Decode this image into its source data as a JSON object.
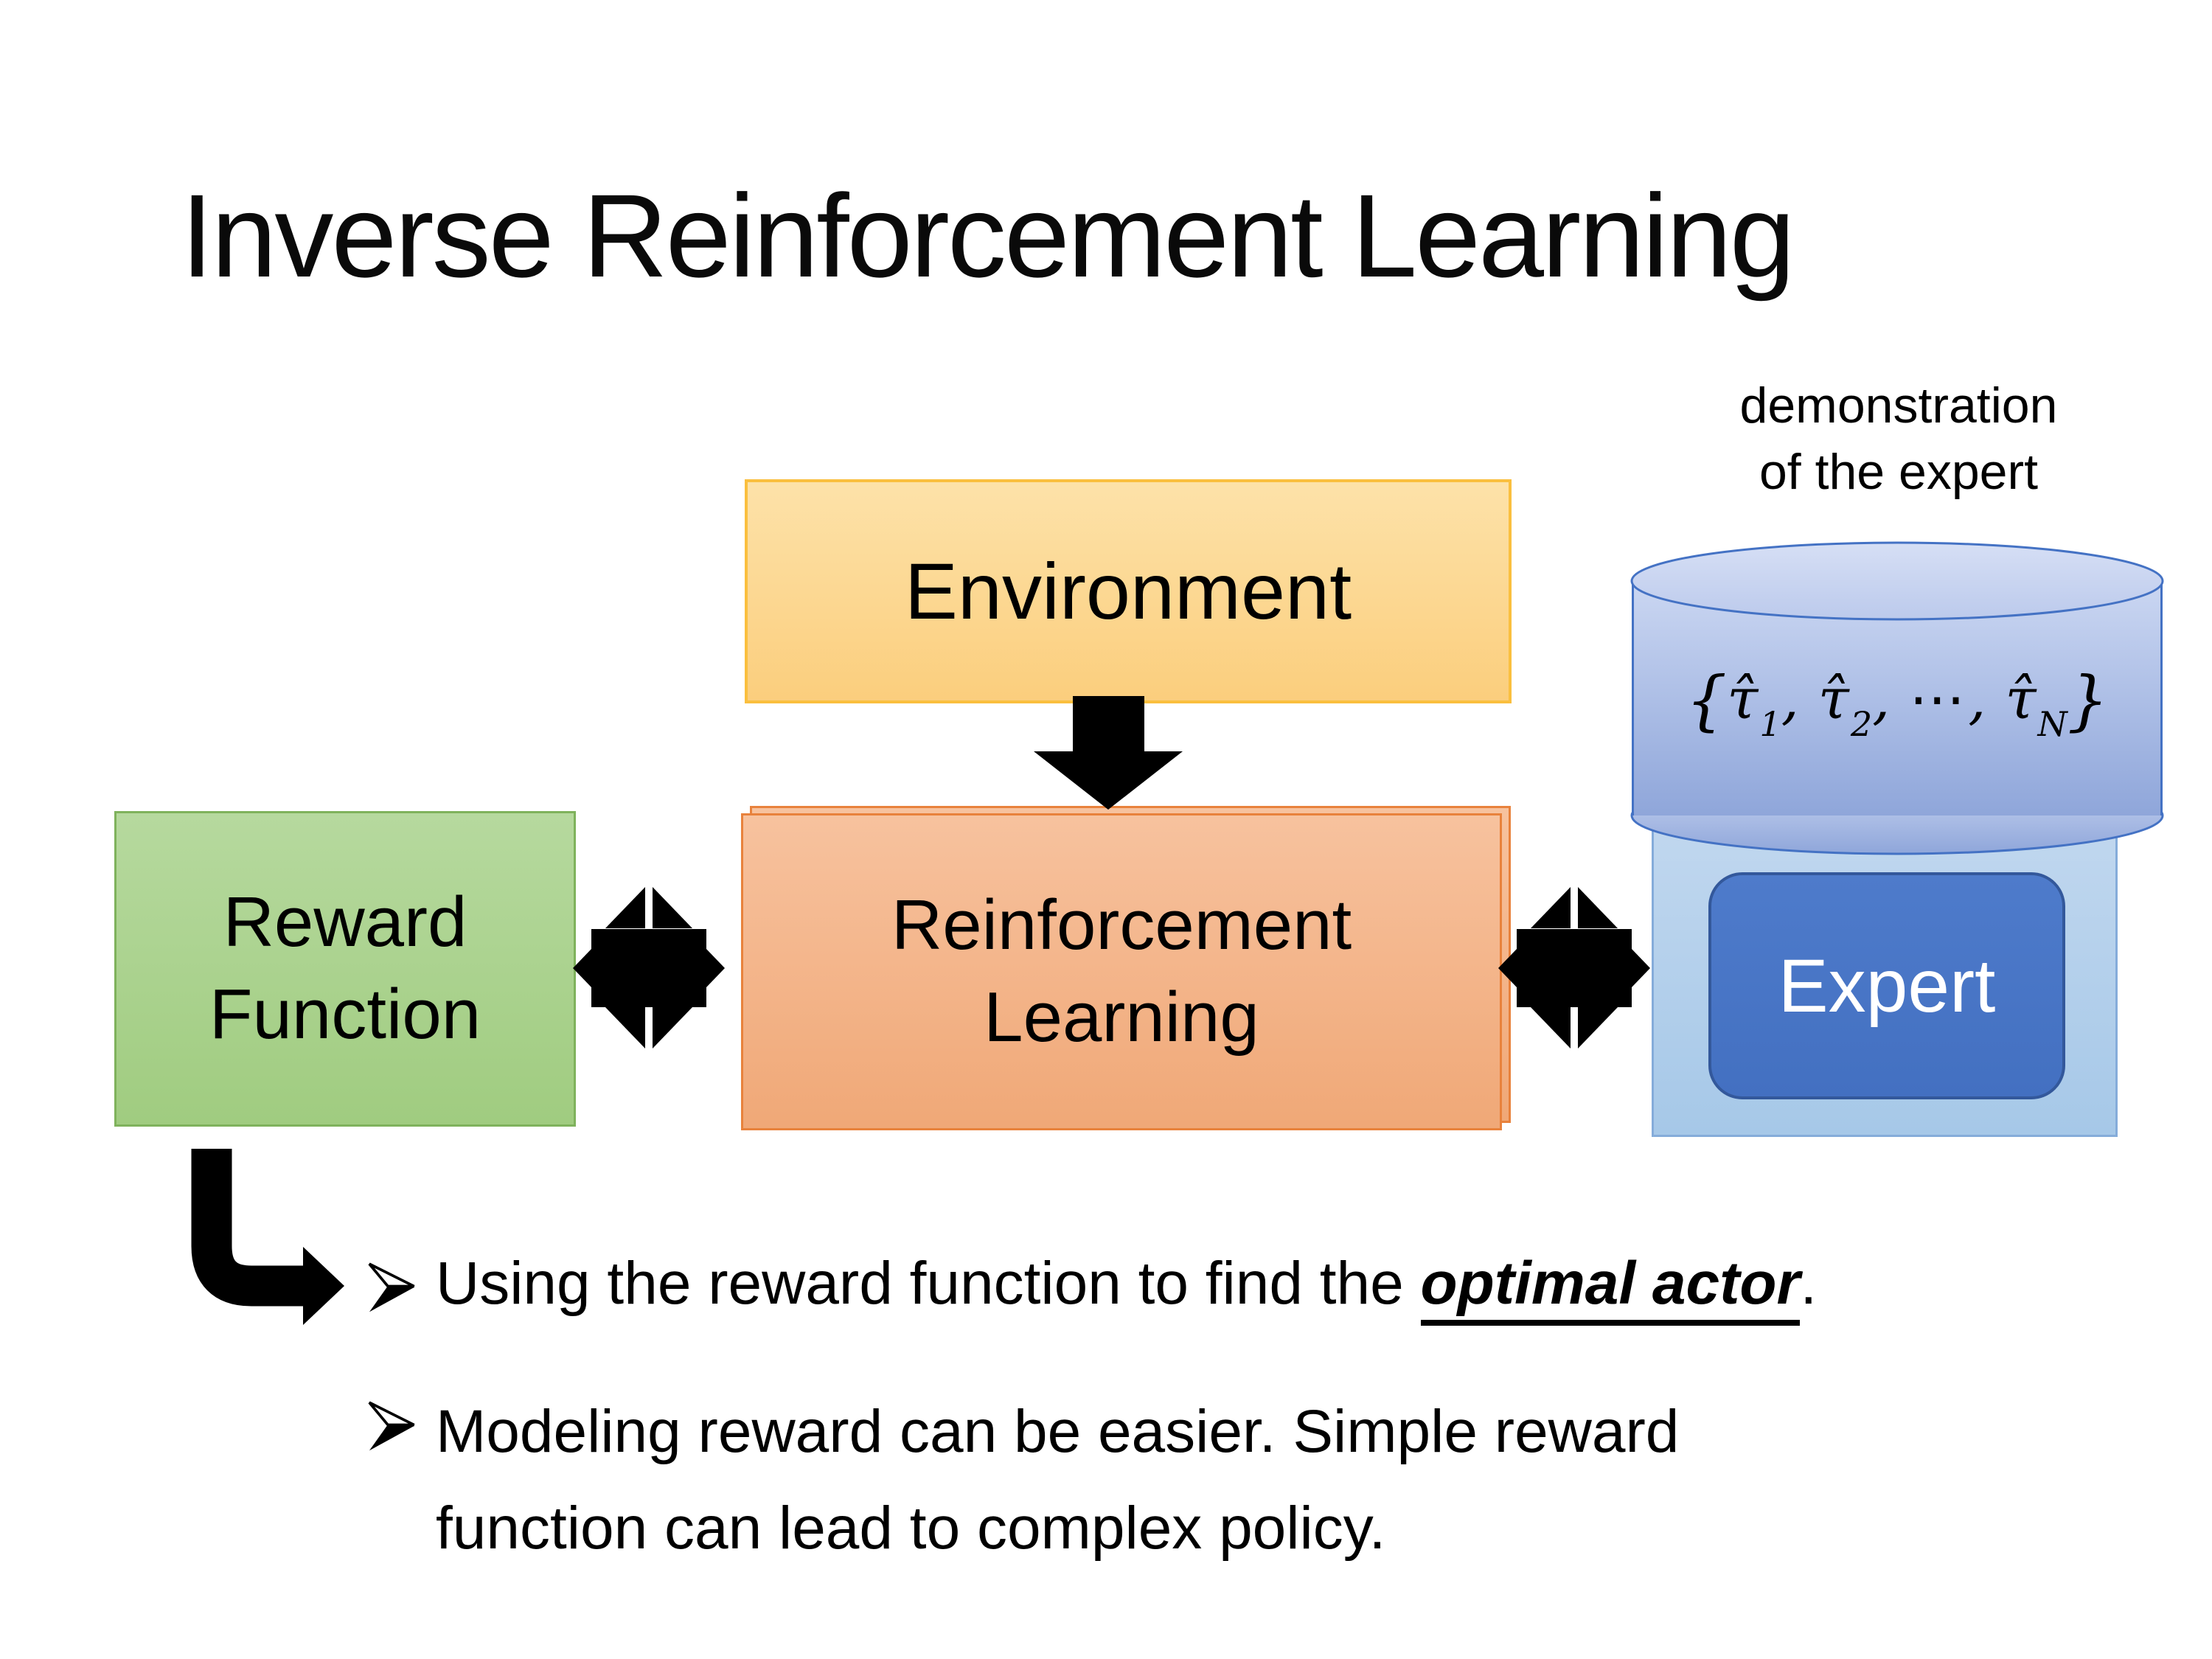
{
  "slide": {
    "title": "Inverse Reinforcement Learning"
  },
  "diagram": {
    "environment_label": "Environment",
    "reward_label": "Reward Function",
    "rl_label": "Reinforcement Learning",
    "expert_label": "Expert",
    "demo_line1": "demonstration",
    "demo_line2": "of the expert",
    "formula": {
      "open": "{",
      "tau1": "τ̂",
      "sub1": "1",
      "comma1": ",",
      "tau2": "τ̂",
      "sub2": "2",
      "comma2": ",",
      "dots": "⋯",
      "comma3": ",",
      "tau3": "τ̂",
      "sub3": "N",
      "close": "}"
    }
  },
  "bullets": {
    "marker": "➢",
    "item1": {
      "prefix": "Using the reward function to find the ",
      "emphasis": "optimal actor",
      "suffix": "."
    },
    "item2": {
      "text": "Modeling reward can be easier. Simple reward function can lead to complex policy."
    }
  },
  "colors": {
    "background": "#FFFFFF",
    "text": "#000000",
    "arrow": "#000000",
    "environment_fill_top": "#FDE2A9",
    "environment_fill_bottom": "#FBCE7D",
    "environment_border": "#FABF3E",
    "reward_fill_top": "#B6D99E",
    "reward_fill_bottom": "#A0CC80",
    "reward_border": "#7FB25C",
    "rl_fill_top": "#F7C29E",
    "rl_fill_bottom": "#F0A877",
    "rl_border": "#E8823C",
    "expert_group_fill_top": "#C2D8EF",
    "expert_group_fill_bottom": "#A6C8E8",
    "expert_group_border": "#85ACDA",
    "expert_fill": "#4573C4",
    "expert_border": "#33589B",
    "expert_text": "#FFFFFF",
    "cylinder_fill_top": "#CBD7F2",
    "cylinder_fill_bottom": "#8FA6DA",
    "cylinder_border": "#4472C4"
  }
}
